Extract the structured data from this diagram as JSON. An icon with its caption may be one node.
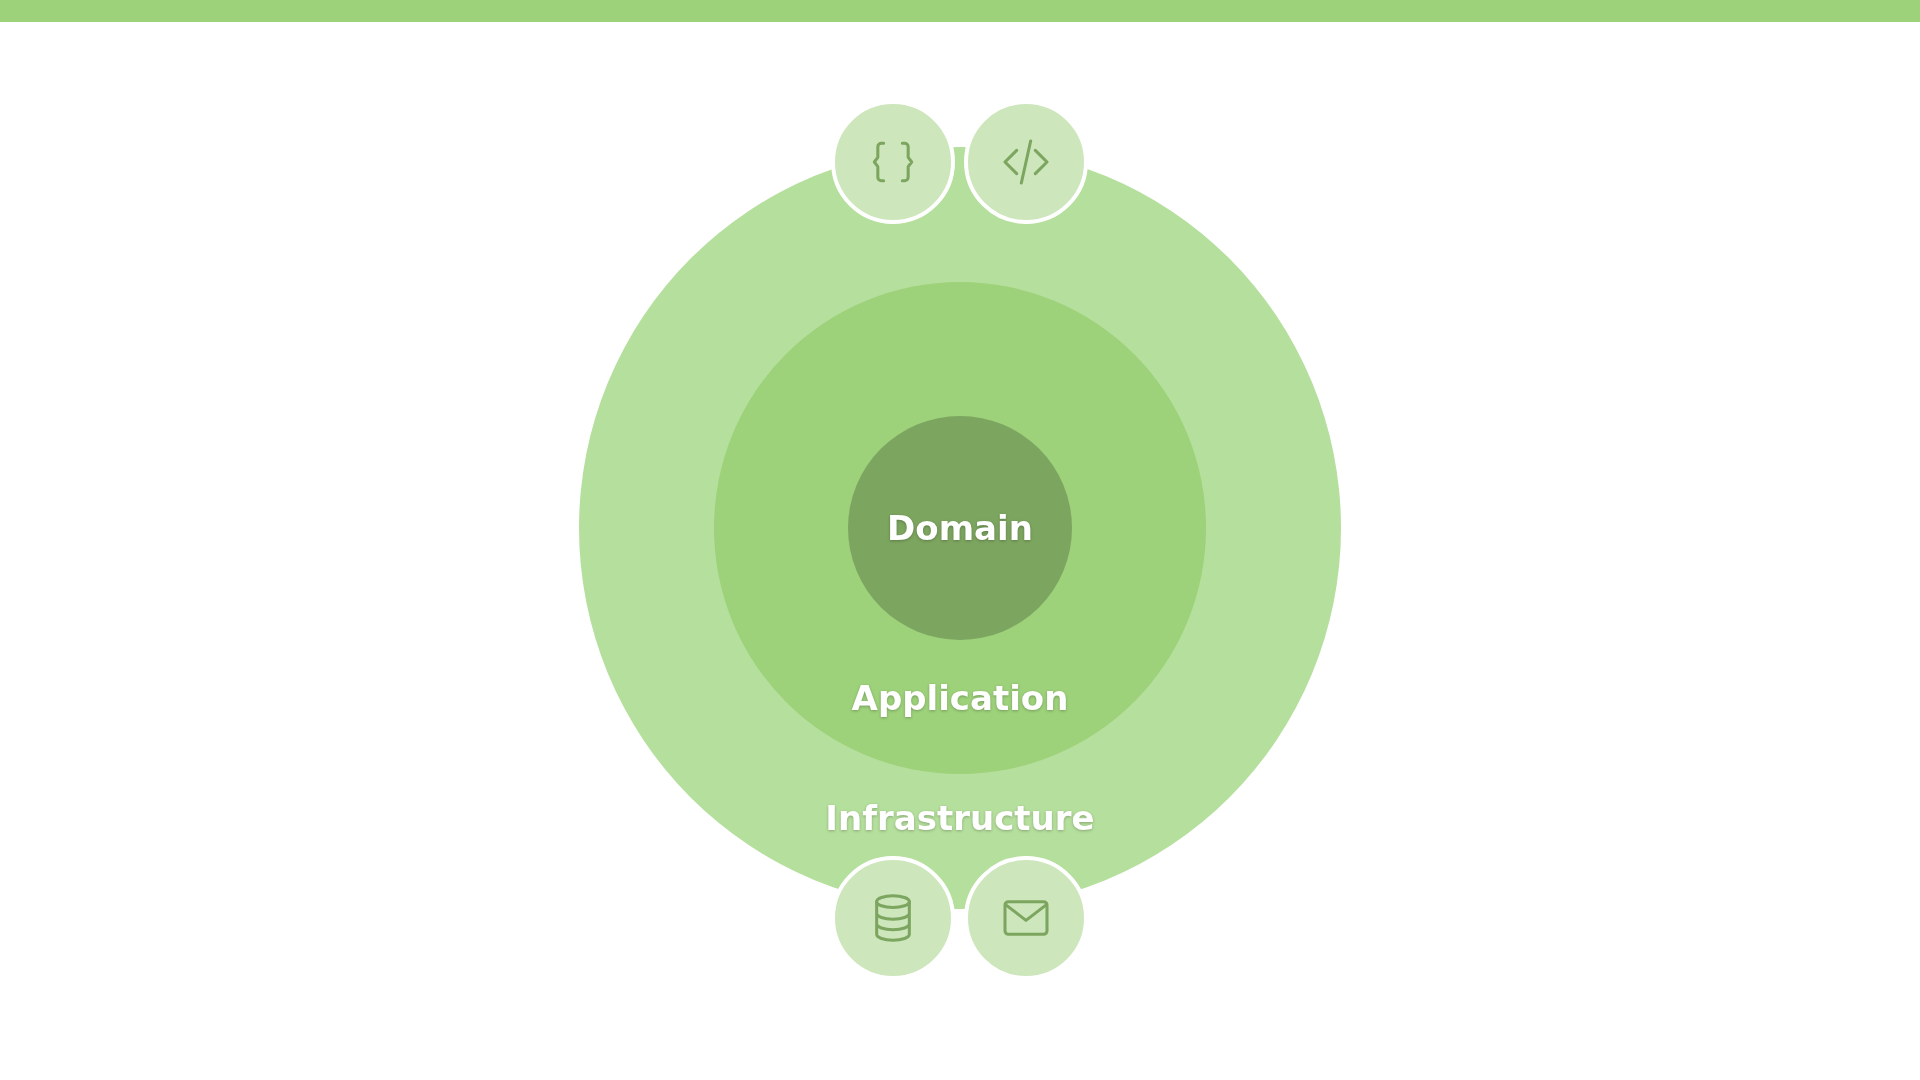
{
  "diagram": {
    "nodes": [
      {
        "text": [
          "Infrastructure"
        ]
      },
      {
        "text": [
          "Application"
        ],
        "in": 0
      },
      {
        "text": [
          "Domain"
        ],
        "in": 1
      },
      {
        "text": [],
        "shape": "circle"
      },
      {
        "text": [],
        "shape": "circle"
      },
      {
        "text": [],
        "shape": "circle"
      },
      {
        "text": [],
        "shape": "circle"
      }
    ],
    "edges": []
  }
}
